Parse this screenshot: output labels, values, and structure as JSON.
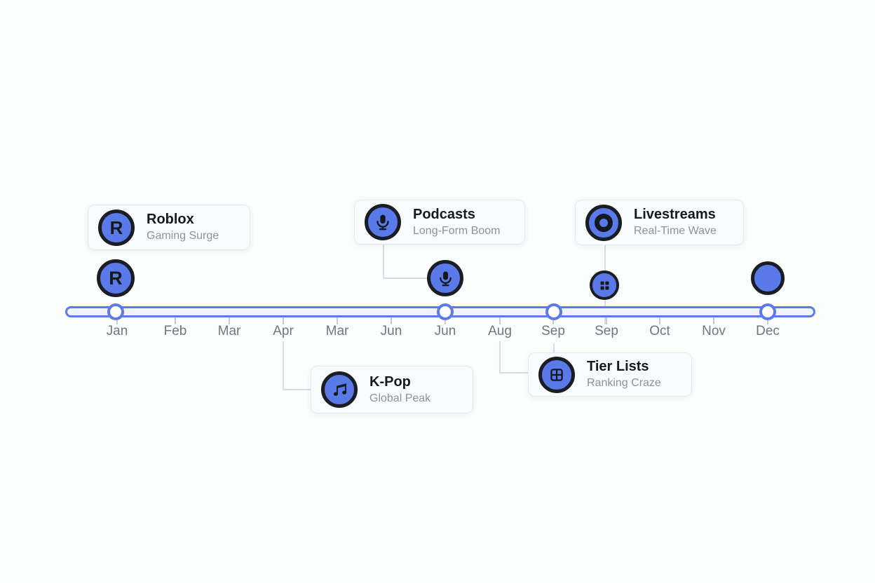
{
  "timeline": {
    "months": [
      "Jan",
      "Feb",
      "Mar",
      "Apr",
      "Mar",
      "Jun",
      "Jun",
      "Aug",
      "Sep",
      "Sep",
      "Oct",
      "Nov",
      "Dec"
    ],
    "node_months": [
      "Jan",
      "Jun",
      "Sep",
      "Dec"
    ]
  },
  "events": [
    {
      "title": "Roblox",
      "subtitle": "Gaming Surge",
      "icon": "roblox-r-icon",
      "icon_letter": "R",
      "side": "above",
      "at_month": "Jan"
    },
    {
      "title": "Podcasts",
      "subtitle": "Long-Form Boom",
      "icon": "microphone-icon",
      "side": "above",
      "at_month": "Jun"
    },
    {
      "title": "Livestreams",
      "subtitle": "Real-Time Wave",
      "icon": "record-donut-icon",
      "side": "above",
      "at_month": "Sep"
    },
    {
      "title": "K-Pop",
      "subtitle": "Global Peak",
      "icon": "music-note-icon",
      "side": "below",
      "at_month": "Apr"
    },
    {
      "title": "Tier Lists",
      "subtitle": "Ranking Craze",
      "icon": "grid-icon",
      "side": "below",
      "at_month": "Aug"
    }
  ],
  "colors": {
    "accent_blue": "#5b7ae9",
    "ring_black": "#1a1d23",
    "track_fill": "#f1f3fc",
    "track_border": "#5c7ae8",
    "connector": "#d9dce3",
    "card_bg": "#fafbfd",
    "title_text": "#17191f",
    "subtitle_text": "#8d929b",
    "month_text": "#71767f"
  }
}
